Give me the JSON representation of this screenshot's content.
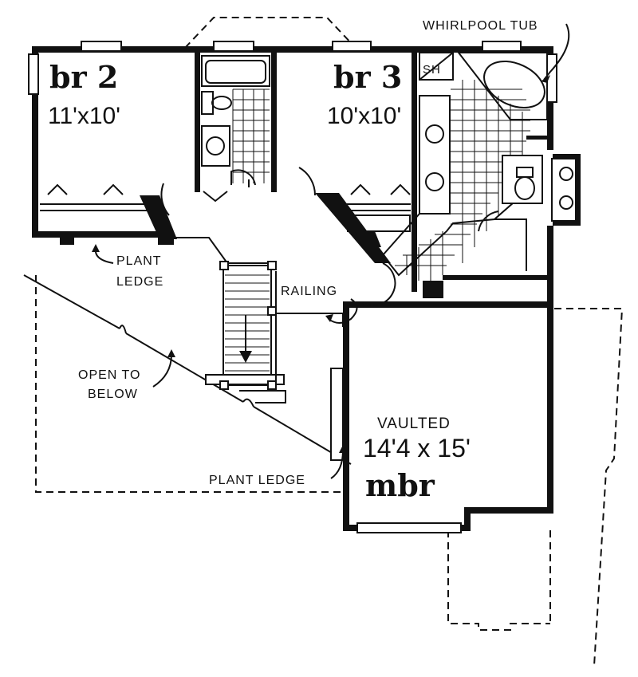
{
  "plan": {
    "rooms": [
      {
        "id": "br2",
        "name": "br 2",
        "dims": "11'x10'"
      },
      {
        "id": "br3",
        "name": "br 3",
        "dims": "10'x10'"
      },
      {
        "id": "mbr",
        "name": "mbr",
        "note": "VAULTED",
        "dims": "14'4 x 15'"
      }
    ],
    "labels": {
      "whirlpool_tub": "WHIRLPOOL TUB",
      "shower": "SH",
      "plant_ledge_upper": [
        "PLANT",
        "LEDGE"
      ],
      "railing": "RAILING",
      "open_to_below": [
        "OPEN TO",
        "BELOW"
      ],
      "plant_ledge_lower": "PLANT LEDGE"
    }
  }
}
